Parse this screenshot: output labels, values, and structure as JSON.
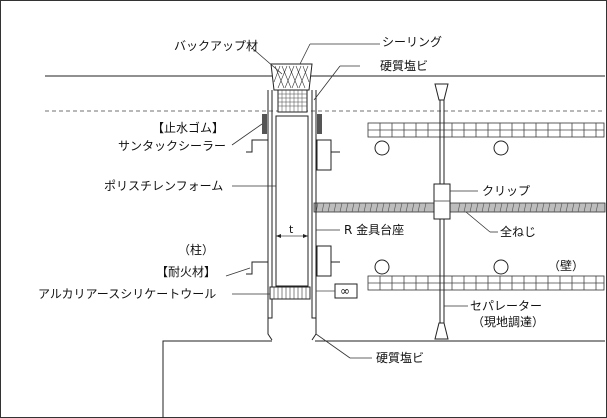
{
  "labels": {
    "backup_material": "バックアップ材",
    "sealing": "シーリング",
    "hard_pvc_top": "硬質塩ビ",
    "waterstop_rubber": "【止水ゴム】",
    "sun_tack_sealer": "サンタックシーラー",
    "polystyrene_foam": "ポリスチレンフォーム",
    "clip": "クリップ",
    "full_screw": "全ねじ",
    "r_fitting_base": "R 金具台座",
    "column": "（柱）",
    "fireproof_material": "【耐火材】",
    "alumina_silicate_wool": "アルカリアースシリケートウール",
    "wall": "（壁）",
    "separator": "セパレーター",
    "separator_note": "（現地調達）",
    "hard_pvc_bottom": "硬質塩ビ",
    "dimension_t": "t",
    "infinity": "∞"
  }
}
